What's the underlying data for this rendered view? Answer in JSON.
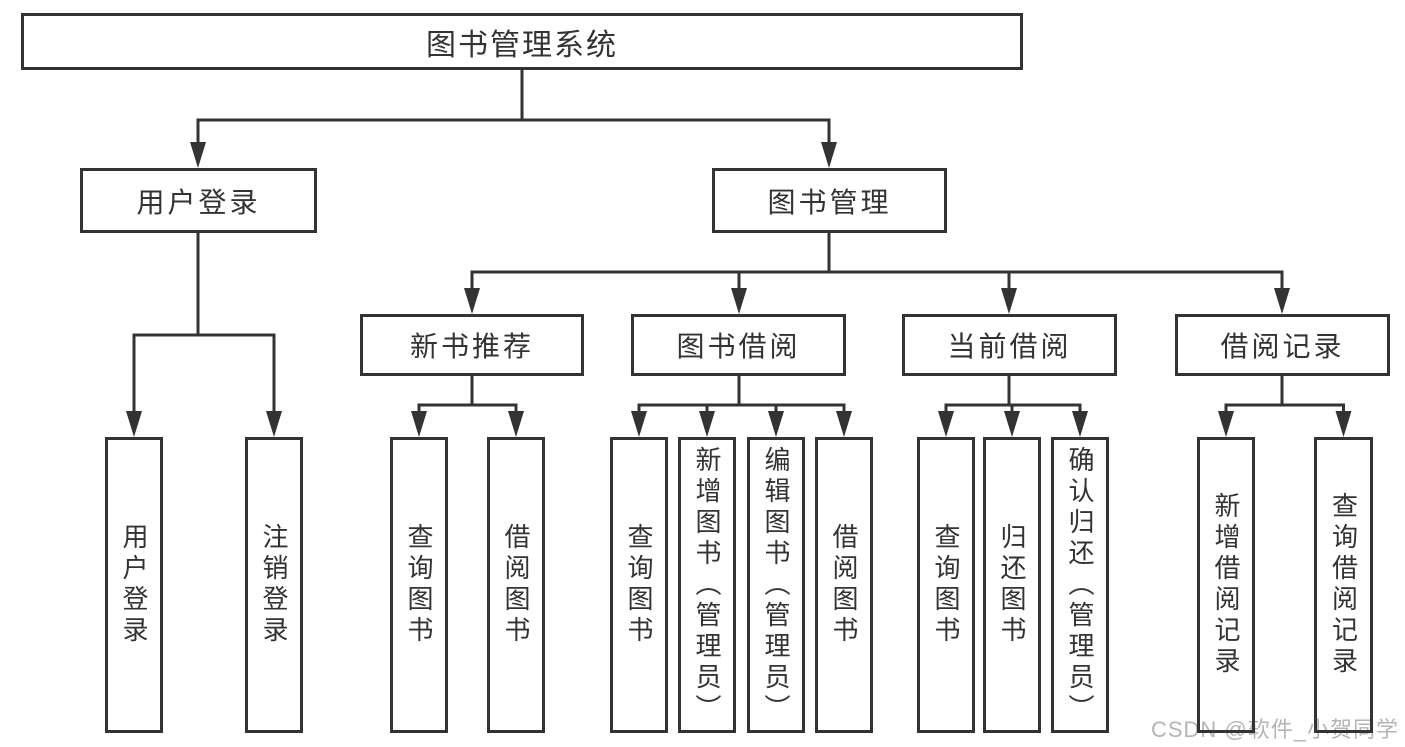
{
  "diagram": {
    "title": "图书管理系统",
    "root": {
      "label": "图书管理系统"
    },
    "level2": [
      {
        "label": "用户登录"
      },
      {
        "label": "图书管理"
      }
    ],
    "level3": [
      {
        "label": "新书推荐"
      },
      {
        "label": "图书借阅"
      },
      {
        "label": "当前借阅"
      },
      {
        "label": "借阅记录"
      }
    ],
    "leaves": [
      {
        "label": "用户登录"
      },
      {
        "label": "注销登录"
      },
      {
        "label": "查询图书"
      },
      {
        "label": "借阅图书"
      },
      {
        "label": "查询图书"
      },
      {
        "label": "新增图书（管理员）"
      },
      {
        "label": "编辑图书（管理员）"
      },
      {
        "label": "借阅图书"
      },
      {
        "label": "查询图书"
      },
      {
        "label": "归还图书"
      },
      {
        "label": "确认归还（管理员）"
      },
      {
        "label": "新增借阅记录"
      },
      {
        "label": "查询借阅记录"
      }
    ],
    "hierarchy": {
      "图书管理系统": {
        "用户登录": [
          "用户登录",
          "注销登录"
        ],
        "图书管理": {
          "新书推荐": [
            "查询图书",
            "借阅图书"
          ],
          "图书借阅": [
            "查询图书",
            "新增图书（管理员）",
            "编辑图书（管理员）",
            "借阅图书"
          ],
          "当前借阅": [
            "查询图书",
            "归还图书",
            "确认归还（管理员）"
          ],
          "借阅记录": [
            "新增借阅记录",
            "查询借阅记录"
          ]
        }
      }
    },
    "colors": {
      "line": "#333333",
      "text": "#333333",
      "background": "#ffffff",
      "watermark": "#b5b5b5"
    }
  },
  "watermark": {
    "text": "CSDN @软件_小贺同学"
  }
}
